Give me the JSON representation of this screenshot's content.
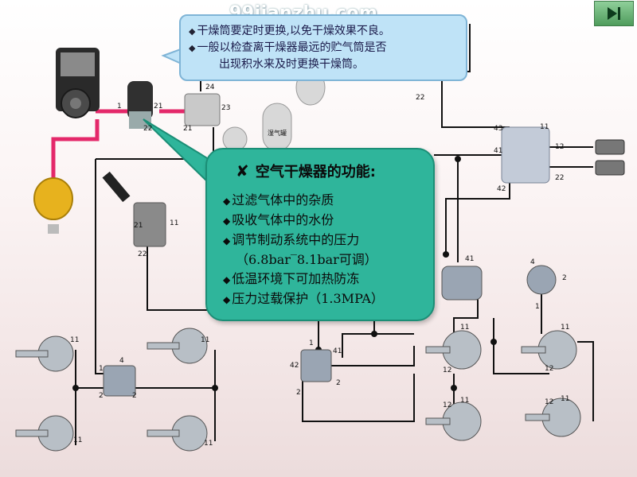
{
  "watermark": "99jianzhu.com",
  "top_callout": {
    "line1": "干燥筒要定时更换,以免干燥效果不良。",
    "line2": "一般以检查离干燥器最远的贮气筒是否",
    "line3": "出现积水来及时更换干燥筒。"
  },
  "main_callout": {
    "title": "空气干燥器的功能:",
    "items": [
      "过滤气体中的杂质",
      "吸收气体中的水份",
      "调节制动系统中的压力"
    ],
    "pressure_range": "（6.8bar‾8.1bar可调）",
    "items2": [
      "低温环境下可加热防冻",
      "压力过载保护（1.3MPA）"
    ]
  },
  "port_labels": {
    "dryer_in": "1",
    "dryer_out": "21",
    "dryer_22": "22",
    "valve_24": "24",
    "valve_21": "21",
    "valve_23": "23",
    "top_22a": "22",
    "top_22b": "22",
    "relay_43": "43",
    "relay_11": "11",
    "relay_41": "41",
    "relay_42": "42",
    "out_12": "12",
    "out_22": "22",
    "hand_21": "21",
    "hand_11": "11",
    "hand_22": "22",
    "qr_41": "41",
    "qr_4": "4",
    "qr_2": "2",
    "qr_1": "1",
    "mid_1": "1",
    "mid_42": "42",
    "mid_41": "41",
    "mid_2a": "2",
    "mid_2b": "2",
    "left_4": "4",
    "left_1": "1",
    "left_2a": "2",
    "left_2b": "2",
    "ch_11a": "11",
    "ch_11b": "11",
    "ch_11c": "11",
    "ch_11d": "11",
    "rc_11a": "11",
    "rc_12a": "12",
    "rc_11b": "11",
    "rc_12b": "12",
    "rc_11c": "11",
    "rc_12c": "12",
    "rc_11d": "11",
    "rc_12d": "12",
    "wet_tank": "湿气罐"
  },
  "colors": {
    "air_line": "#e4286a",
    "signal_line": "#111111",
    "callout_main": "#2fb59b",
    "callout_top": "#bfe3f7"
  }
}
